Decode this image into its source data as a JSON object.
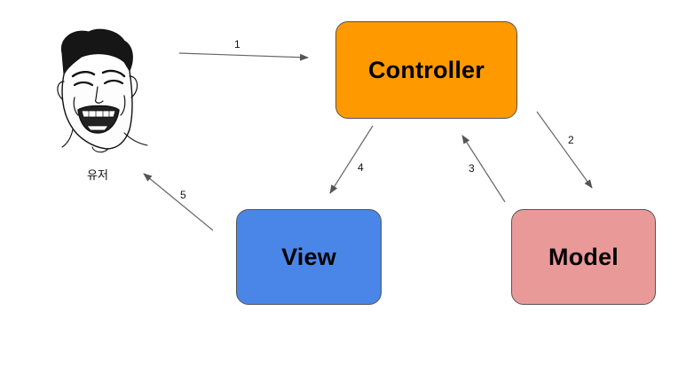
{
  "nodes": {
    "controller": {
      "label": "Controller",
      "fill": "#ff9900"
    },
    "view": {
      "label": "View",
      "fill": "#4a86e8"
    },
    "model": {
      "label": "Model",
      "fill": "#ea9999"
    }
  },
  "actor": {
    "label": "유저",
    "icon": "laughing-face-icon"
  },
  "edges": [
    {
      "from": "user",
      "to": "controller",
      "label": "1"
    },
    {
      "from": "controller",
      "to": "model",
      "label": "2"
    },
    {
      "from": "model",
      "to": "controller",
      "label": "3"
    },
    {
      "from": "controller",
      "to": "view",
      "label": "4"
    },
    {
      "from": "view",
      "to": "user",
      "label": "5"
    }
  ]
}
